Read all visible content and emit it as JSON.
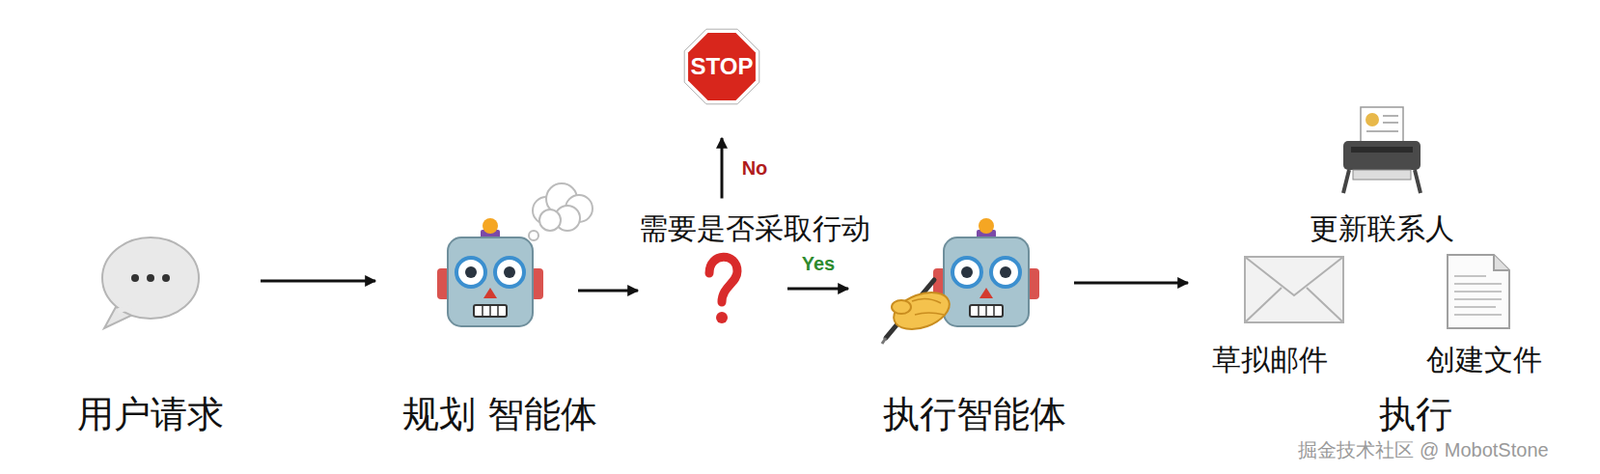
{
  "diagram": {
    "nodes": [
      {
        "text": [
          "用户请求"
        ]
      },
      {
        "text": [
          "规划 智能体"
        ]
      },
      {
        "text": [
          "需要是否采取行动"
        ]
      },
      {
        "text": [
          "STOP"
        ]
      },
      {
        "text": [
          "执行智能体"
        ]
      },
      {
        "text": [
          "执行"
        ]
      },
      {
        "text": [
          "更新联系人"
        ],
        "in": 5
      },
      {
        "text": [
          "草拟邮件"
        ],
        "in": 5
      },
      {
        "text": [
          "创建文件"
        ],
        "in": 5
      }
    ],
    "edges": [
      {
        "from": 0,
        "to": 1,
        "arrow": "to"
      },
      {
        "from": 1,
        "to": 2,
        "arrow": "to"
      },
      {
        "from": 2,
        "to": 3,
        "label": "No",
        "arrow": "to"
      },
      {
        "from": 2,
        "to": 4,
        "label": "Yes",
        "arrow": "to"
      },
      {
        "from": 4,
        "to": 5,
        "arrow": "to"
      }
    ],
    "labels": [
      "掘金技术社区 @ MobotStone"
    ]
  }
}
